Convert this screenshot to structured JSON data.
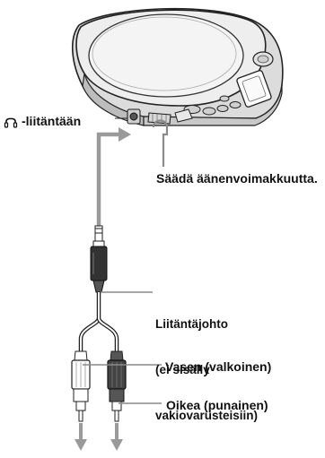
{
  "labels": {
    "headphone_jack": "-liitäntään",
    "volume": "Säädä äänenvoimakkuutta.",
    "cable_line1": "Liitäntäjohto",
    "cable_line2": "(ei sisälly",
    "cable_line3": "vakiovarusteisiin)",
    "left_channel": "Vasen (valkoinen)",
    "right_channel": "Oikea (punainen)"
  },
  "icons": {
    "headphone": "headphone-icon",
    "arrows": "arrow-down-icon"
  },
  "colors": {
    "line": "#222222",
    "leader": "#999999",
    "cable_gray": "#9a9a9a",
    "device_body": "#e6e6e6"
  }
}
